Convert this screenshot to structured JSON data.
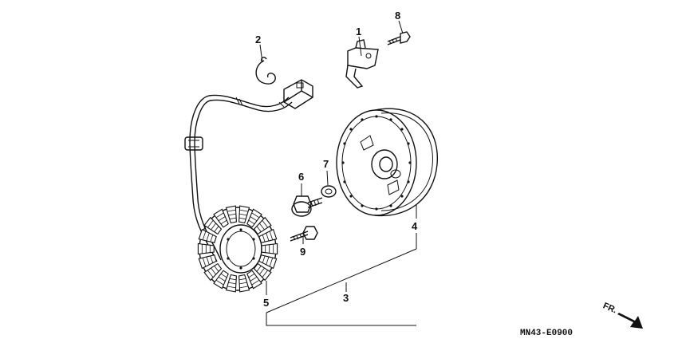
{
  "callouts": {
    "c1": "1",
    "c2": "2",
    "c3": "3",
    "c4": "4",
    "c5": "5",
    "c6": "6",
    "c7": "7",
    "c8": "8",
    "c9": "9"
  },
  "direction_label": "FR.",
  "figure_code": "MN43-E0900",
  "icons": {
    "direction": "arrow-right-down-icon"
  }
}
